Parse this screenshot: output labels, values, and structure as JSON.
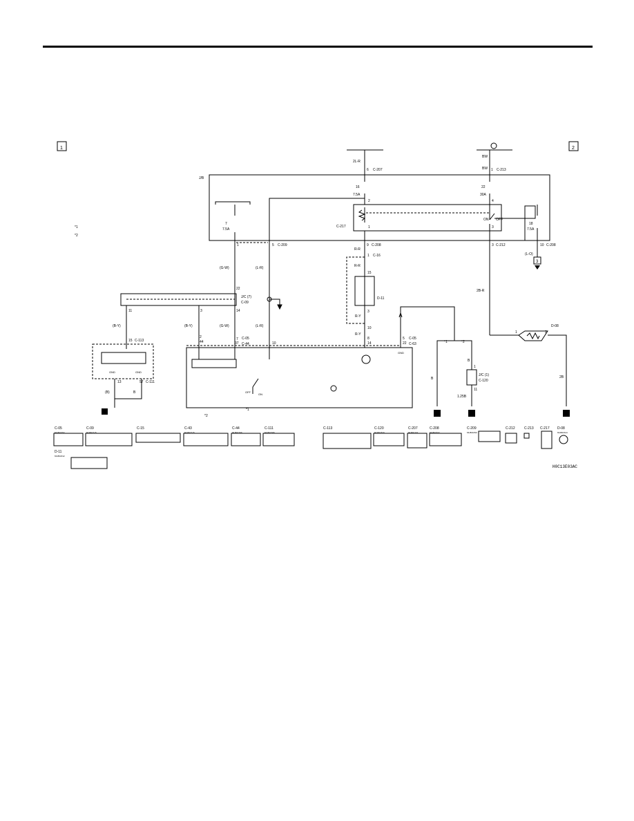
{
  "sheet": {
    "page_marker_left": "1",
    "page_marker_right": "2",
    "doc_code": "H0C13E03AC"
  },
  "power": {
    "left_wire": "2L-R",
    "left_pin": "6",
    "left_connector": "C-207",
    "right_wire_top": "BW",
    "right_wire": "BW",
    "right_pin": "1",
    "right_connector": "C-213"
  },
  "jb": {
    "label": "J/B",
    "fuse_16": "16",
    "fuse_16_amp": "7.5A",
    "fuse_22": "22",
    "fuse_22_amp": "30A",
    "fuse_7": "7",
    "fuse_7_amp": "7.5A",
    "fuse_18": "18",
    "fuse_18_amp": "7.5A",
    "relay_pin_2": "2",
    "relay_pin_4": "4",
    "relay_pin_1": "1",
    "relay_pin_3": "3",
    "relay_connector": "C-217",
    "relay_on": "ON",
    "relay_off": "OFF",
    "note1": "*1",
    "note2": "*2"
  },
  "jb_out": {
    "pin_1": "1",
    "pin_5": "5",
    "conn_5": "C-209",
    "pin_9": "9",
    "conn_9": "C-208",
    "pin_3": "3",
    "conn_3": "C-212",
    "pin_10": "10",
    "conn_10": "C-208"
  },
  "wires": {
    "gw": "(G-W)",
    "lr": "(L-R)",
    "rr": "R-R",
    "ry": "R-Y",
    "by": "(B-Y)",
    "gw2": "(G-W)",
    "lr2": "(L-R)",
    "ry2": "R-Y",
    "r2b": "2B-R",
    "lo": "(L-O)",
    "b": "B",
    "b2": "B",
    "b3": "B",
    "b4": "(B)",
    "b125": "1.25B",
    "b2b": "2B"
  },
  "jc7": {
    "label": "J/C (7)",
    "connector": "C-09",
    "pin_22": "22",
    "pin_11": "11",
    "pin_3": "3",
    "pin_14": "14"
  },
  "c16": {
    "pin": "1",
    "connector": "C-16"
  },
  "d11": {
    "connector": "D-11",
    "pin_15": "15",
    "pin_3": "3",
    "pin_10": "10"
  },
  "left_unit": {
    "pin_15": "15",
    "connector": "C-113",
    "gnd1": "GND",
    "gnd2": "GND",
    "pin_13": "13",
    "pin_57": "57",
    "conn_57": "C-111"
  },
  "main_unit": {
    "pin_2": "2",
    "pin_44": "44",
    "pin_7": "7",
    "pin_37": "37",
    "conn_a": "C-05",
    "conn_b": "C-44",
    "pin_10": "10",
    "pin_8": "8",
    "pin_14": "14",
    "pin_5": "5",
    "pin_22": "22",
    "conn_c": "C-05",
    "conn_d": "C-63",
    "gnd": "GND",
    "off": "OFF",
    "on": "ON",
    "star1": "*1",
    "star2": "*2"
  },
  "right_side": {
    "jc1": "J/C (1)",
    "jc1_connector": "C-120",
    "pin_1": "1",
    "pin_11": "11",
    "d08": "D-08",
    "d08_pin1": "1",
    "d08_pin2": "2",
    "star1": "*1",
    "star2": "*2"
  },
  "grounds": {
    "g3": "3",
    "g8": "8",
    "g11": "11",
    "g10": "10",
    "g13": "13"
  },
  "connectors": [
    "C-05",
    "C-09",
    "C-15",
    "C-43",
    "C-44",
    "C-111",
    "C-113",
    "C-120",
    "C-207",
    "C-208",
    "C-209",
    "C-212",
    "C-213",
    "C-217",
    "D-08",
    "D-11"
  ],
  "connector_subtitles": [
    "MU801652",
    "MU801515",
    "MU801515",
    "MU801506",
    "MU801566",
    "MU801820",
    "MU801331",
    "MU801827",
    "MU801830",
    "MU801524",
    "MU801812"
  ]
}
